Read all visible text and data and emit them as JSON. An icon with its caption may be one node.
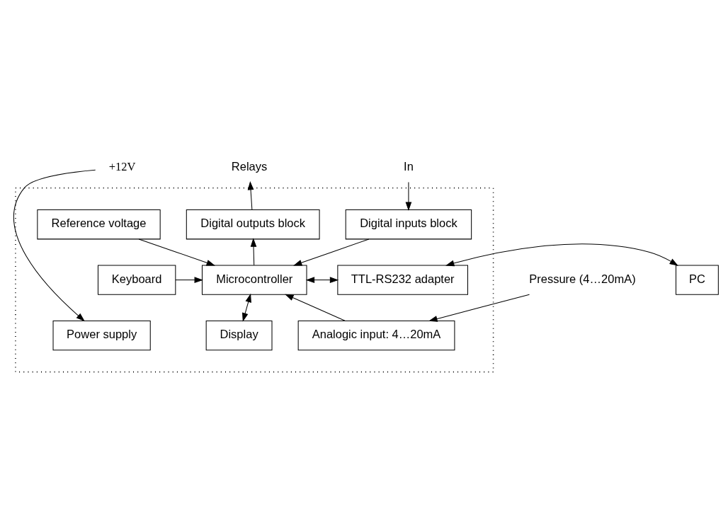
{
  "diagram": {
    "nodes": [
      {
        "text": [],
        "shape": "box"
      },
      {
        "text": [
          "Digital inputs block"
        ],
        "in": 0
      },
      {
        "text": [
          "Digital outputs block"
        ],
        "in": 0
      },
      {
        "text": [
          "Reference voltage"
        ],
        "in": 0
      },
      {
        "text": [
          "Keyboard"
        ],
        "in": 0
      },
      {
        "text": [
          "Microcontroller"
        ],
        "in": 0
      },
      {
        "text": [
          "TTL-RS232 adapter"
        ],
        "in": 0
      },
      {
        "text": [
          "PC"
        ]
      },
      {
        "text": [
          "Power supply"
        ],
        "in": 0
      },
      {
        "text": [
          "Display"
        ],
        "in": 0
      },
      {
        "text": [
          "Analogic input: 4…20mA"
        ],
        "in": 0
      },
      {
        "text": [
          "In"
        ]
      },
      {
        "text": [
          "Relays"
        ]
      },
      {
        "text": [
          "+12V"
        ]
      },
      {
        "text": [
          "Pressure (4…20mA)"
        ]
      }
    ],
    "edges": [
      {
        "from": 11,
        "to": 1,
        "arrow": "to"
      },
      {
        "from": 2,
        "to": 12,
        "arrow": "to"
      },
      {
        "from": 1,
        "to": 5,
        "arrow": "to"
      },
      {
        "from": 5,
        "to": 2,
        "arrow": "to"
      },
      {
        "from": 3,
        "to": 5,
        "arrow": "to"
      },
      {
        "from": 4,
        "to": 5,
        "arrow": "to"
      },
      {
        "from": 5,
        "to": 6,
        "arrow": "both"
      },
      {
        "from": 6,
        "to": 7,
        "arrow": "both"
      },
      {
        "from": 5,
        "to": 9,
        "arrow": "both"
      },
      {
        "from": 10,
        "to": 5,
        "arrow": "to"
      },
      {
        "from": 14,
        "to": 10,
        "arrow": "to"
      },
      {
        "from": 13,
        "to": 8,
        "arrow": "to"
      }
    ]
  }
}
